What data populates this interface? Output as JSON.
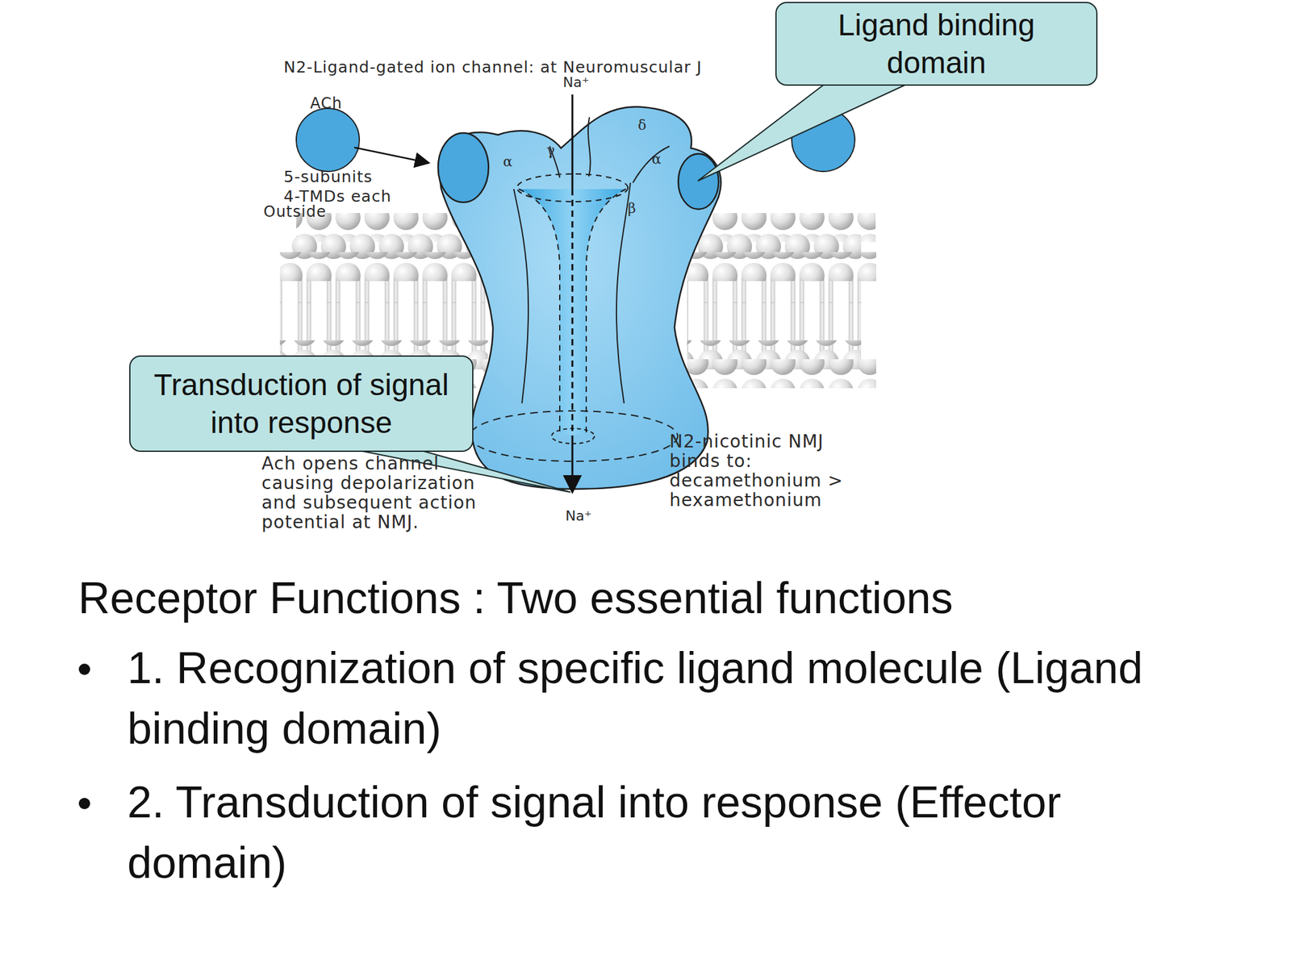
{
  "diagram": {
    "title": "Receptor Functions : Two essential functions",
    "nodes": [
      {
        "text": [
          "Ligand binding domain"
        ]
      },
      {
        "text": [
          "Transduction of signal into response"
        ]
      }
    ],
    "labels": [
      "N2-Ligand-gated ion channel: at Neuromuscular J",
      "Na⁺",
      "ACh",
      "5-subunits",
      "4-TMDs each",
      "Outside",
      "α",
      "γ",
      "δ",
      "α",
      "β",
      "Ach opens channel causing depolarization and subsequent action potential at NMJ.",
      "N2-nicotinic NMJ binds to: decamethonium > hexamethonium",
      "Na⁺",
      "1. Recognization of specific ligand molecule (Ligand binding domain)",
      "2. Transduction of signal into response (Effector domain)"
    ]
  }
}
